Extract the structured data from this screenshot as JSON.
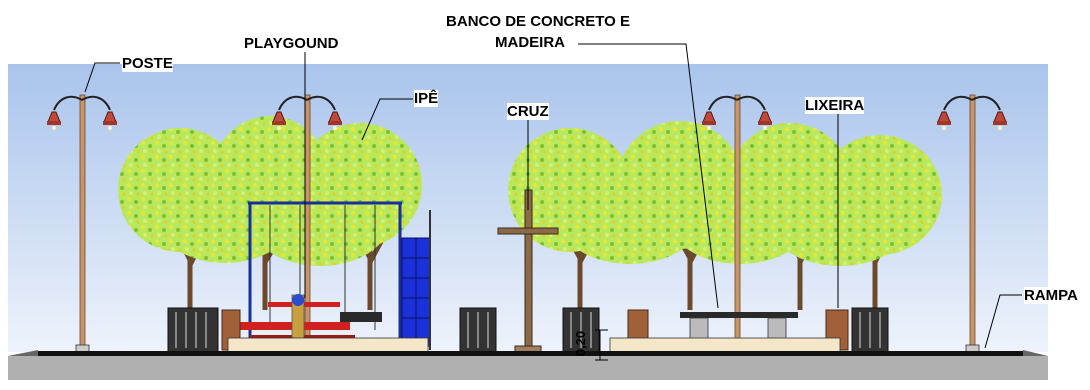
{
  "labels": {
    "poste": "POSTE",
    "playground": "PLAYGOUND",
    "banco_line1": "BANCO DE CONCRETO E",
    "banco_line2": "MADEIRA",
    "ipe": "IPÊ",
    "cruz": "CRUZ",
    "lixeira": "LIXEIRA",
    "rampa": "RAMPA",
    "dimension": "0,20"
  },
  "colors": {
    "sky_top": "#a9c4ec",
    "sky_bottom": "#e8eff9",
    "foliage_light": "#c8f070",
    "foliage_dark": "#7fbf2a",
    "foliage_yellow": "#e8e030",
    "lamp_shade": "#c0473a",
    "pole": "#c8946a",
    "swing_frame": "#1a2f9a",
    "slide": "#1a30d8",
    "playground_red": "#d02020",
    "ground": "#b0b0b0"
  },
  "icons": {
    "lamp": "street-lamp-icon",
    "tree": "tree-icon",
    "cross": "cross-icon",
    "bin": "trash-bin-icon",
    "swing": "swing-set-icon"
  }
}
